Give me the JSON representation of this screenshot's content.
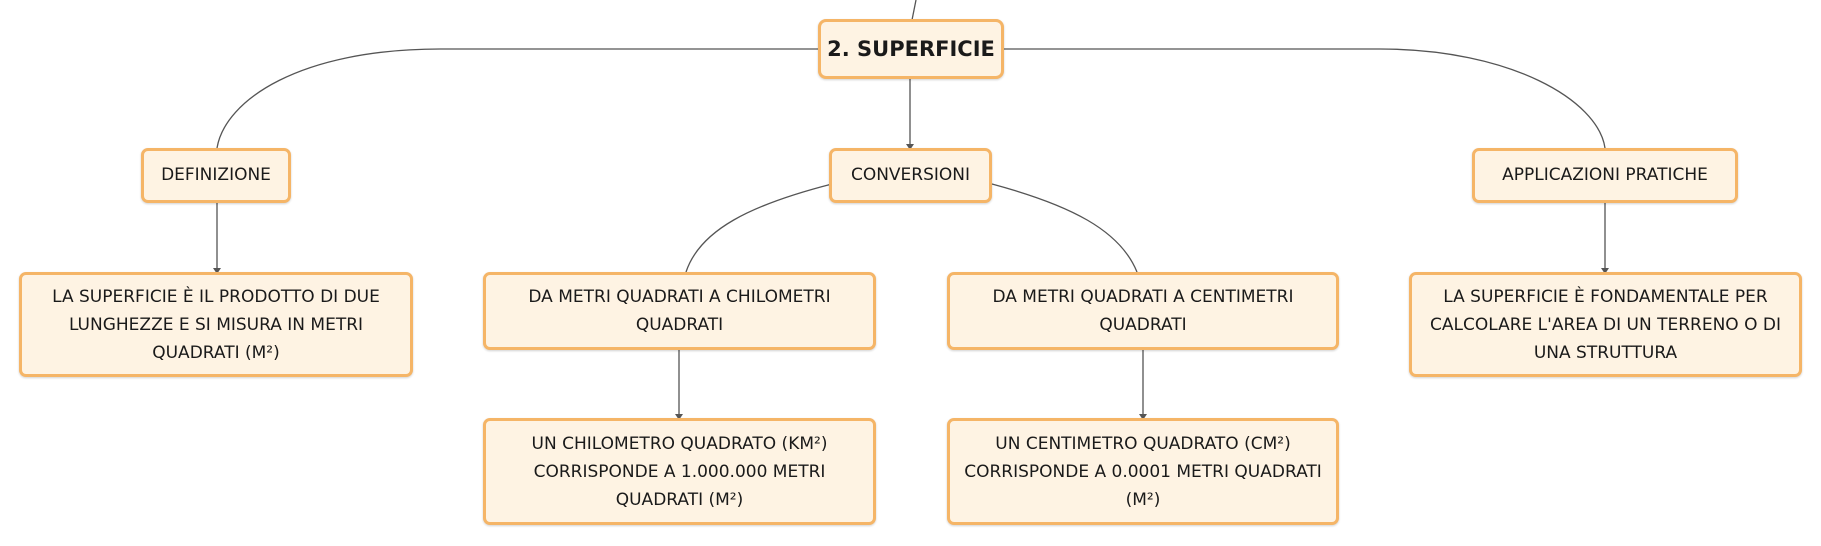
{
  "root": {
    "label": "2. SUPERFICIE"
  },
  "branches": [
    {
      "label": "DEFINIZIONE"
    },
    {
      "label": "CONVERSIONI"
    },
    {
      "label": "APPLICAZIONI PRATICHE"
    }
  ],
  "definition": {
    "text": "LA SUPERFICIE È IL PRODOTTO DI DUE LUNGHEZZE E SI MISURA IN METRI QUADRATI (M²)"
  },
  "conversions": [
    {
      "label": "DA METRI QUADRATI A CHILOMETRI QUADRATI",
      "detail": "UN CHILOMETRO QUADRATO (KM²) CORRISPONDE A 1.000.000 METRI QUADRATI (M²)"
    },
    {
      "label": "DA METRI QUADRATI A CENTIMETRI QUADRATI",
      "detail": "UN CENTIMETRO QUADRATO (CM²) CORRISPONDE A 0.0001 METRI QUADRATI (M²)"
    }
  ],
  "application": {
    "text": "LA SUPERFICIE È FONDAMENTALE PER CALCOLARE L'AREA DI UN TERRENO O DI UNA STRUTTURA"
  }
}
